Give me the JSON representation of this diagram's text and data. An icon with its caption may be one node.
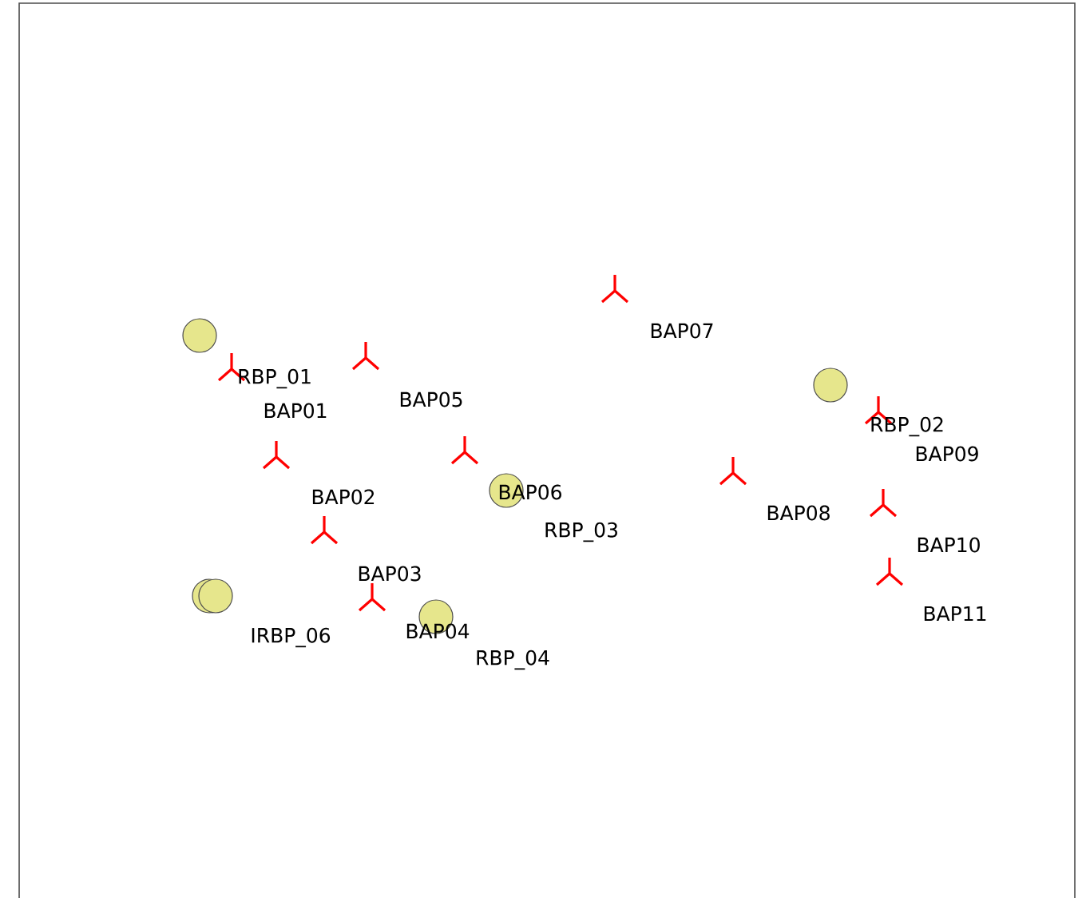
{
  "diagram": {
    "labels": [
      "BAP07",
      "RBP_01",
      "BAP05",
      "BAP01",
      "RBP_02",
      "BAP09",
      "BAP06",
      "BAP02",
      "BAP08",
      "RBP_03",
      "BAP10",
      "BAP03",
      "BAP11",
      "BAP04",
      "IRBP_06",
      "RBP_04"
    ]
  }
}
